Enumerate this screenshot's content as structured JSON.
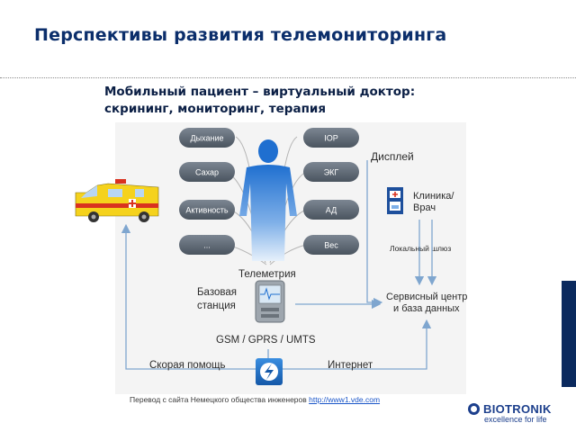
{
  "title": "Перспективы развития телемониторинга",
  "subtitle": {
    "line1": "Мобильный пациент – виртуальный доктор:",
    "line2": "скрининг, мониторинг, терапия"
  },
  "diagram": {
    "left_sensors": [
      "Дыхание",
      "Сахар",
      "Активность",
      "..."
    ],
    "right_sensors": [
      "IOP",
      "ЭКГ",
      "АД",
      "Вес"
    ],
    "display_label": "Дисплей",
    "clinic_label_line1": "Клиника/",
    "clinic_label_line2": "Врач",
    "gateway_label": "Локальный шлюз",
    "telemetry_label": "Телеметрия",
    "base_station_line1": "Базовая",
    "base_station_line2": "станция",
    "service_center_line1": "Сервисный центр",
    "service_center_line2": "и база данных",
    "network_label": "GSM / GPRS / UMTS",
    "ambulance_label": "Скорая помощь",
    "internet_label": "Интернет",
    "colors": {
      "pill": "#5b6672",
      "figure": "#2e7fd6",
      "arrow": "#7fa6cf",
      "network": "#1f73c9"
    }
  },
  "footer": {
    "text": "Перевод с сайта Немецкого общества инженеров ",
    "link": "http://www1.vde.com"
  },
  "logo": {
    "name": "BIOTRONIK",
    "tagline": "excellence for life"
  }
}
